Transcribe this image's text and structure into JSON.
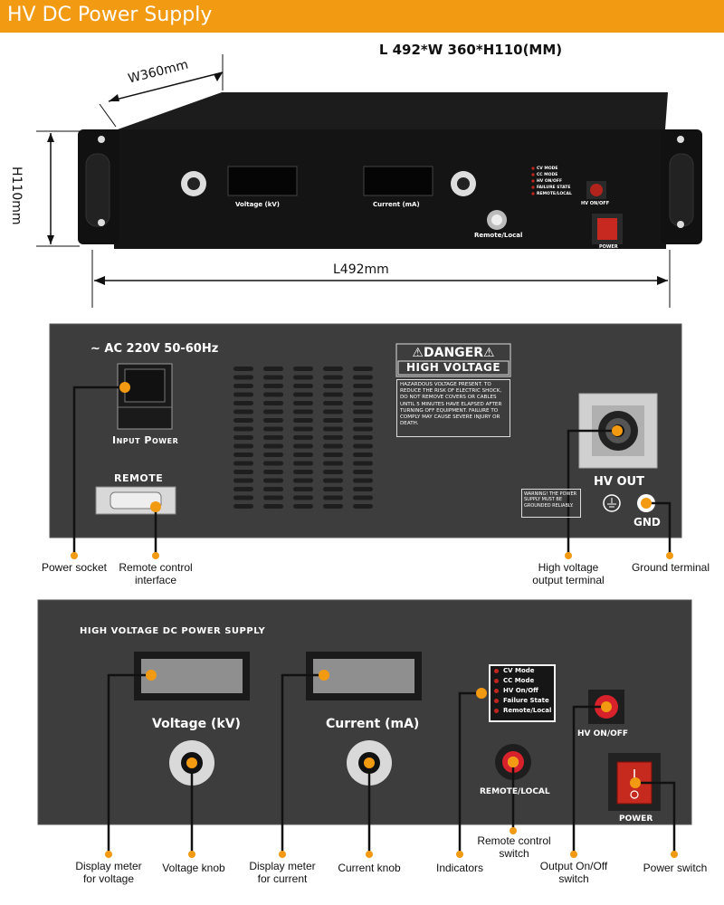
{
  "title": "HV DC Power Supply",
  "dimensions": "L 492*W 360*H110(MM)",
  "dim_labels": {
    "width": "W360mm",
    "height": "H110mm",
    "length": "L492mm"
  },
  "top_view": {
    "voltage": "Voltage  (kV)",
    "current": "Current  (mA)",
    "remote_local": "Remote/Local",
    "hv_onoff": "HV ON/OFF",
    "power": "POWER",
    "indicators": [
      "CV MODE",
      "CC MODE",
      "HV ON/OFF",
      "FAILURE STATE",
      "REMOTE/LOCAL"
    ]
  },
  "rear_panel": {
    "ac": "AC 220V 50-60Hz",
    "input_power": "Input Power",
    "remote": "REMOTE",
    "danger": "DANGER",
    "high_voltage": "HIGH VOLTAGE",
    "warning_text": "HAZARDOUS VOLTAGE PRESENT. TO REDUCE THE RISK OF ELECTRIC SHOCK, DO NOT REMOVE COVERS OR CABLES UNTIL 5 MINUTES HAVE ELAPSED AFTER TURNING OFF EQUIPMENT. FAILURE TO COMPLY MAY CAUSE SEVERE INJURY OR DEATH.",
    "ground_warning": "WARNING! THE POWER SUPPLY MUST BE GROUNDED RELIABLY.",
    "hv_out": "HV OUT",
    "gnd": "GND"
  },
  "rear_callouts": {
    "power_socket": "Power socket",
    "remote_interface": "Remote control\ninterface",
    "hv_terminal": "High voltage\noutput terminal",
    "ground_terminal": "Ground terminal"
  },
  "front_panel": {
    "heading": "HIGH VOLTAGE DC POWER SUPPLY",
    "voltage": "Voltage   (kV)",
    "current": "Current   (mA)",
    "indicators": [
      "CV Mode",
      "CC Mode",
      "HV On/Off",
      "Failure State",
      "Remote/Local"
    ],
    "hv_onoff": "HV ON/OFF",
    "remote_local": "REMOTE/LOCAL",
    "power": "POWER"
  },
  "front_callouts": {
    "display_voltage": "Display meter\nfor voltage",
    "voltage_knob": "Voltage knob",
    "display_current": "Display meter\nfor current",
    "current_knob": "Current knob",
    "indicators": "Indicators",
    "remote_switch": "Remote control\nswitch",
    "output_switch": "Output On/Off\nswitch",
    "power_switch": "Power switch"
  },
  "colors": {
    "accent": "#f39a13",
    "panel": "#3d3d3d",
    "chassis": "#141414",
    "led": "#c0261e"
  }
}
